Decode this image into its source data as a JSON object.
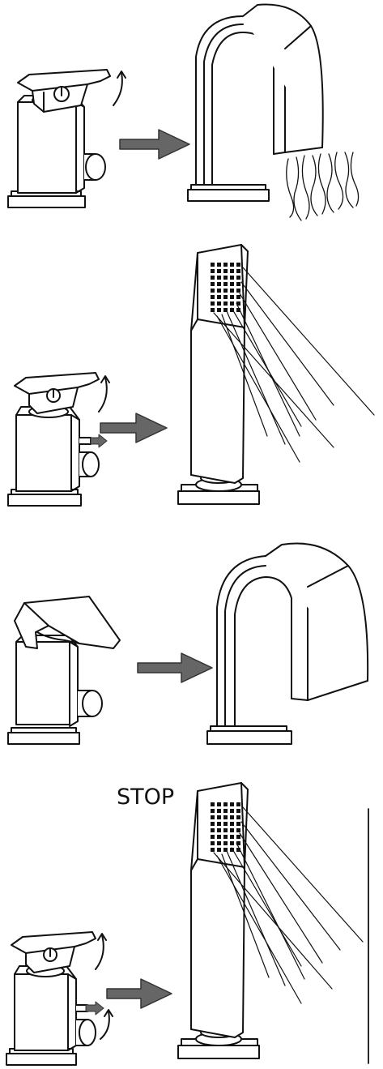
{
  "panels": [
    {
      "id": "panel-1",
      "mode": "bath-spout",
      "mixer_state": "lever-lifted"
    },
    {
      "id": "panel-2",
      "mode": "hand-shower",
      "mixer_state": "lever-lifted-diverter-pulled"
    },
    {
      "id": "panel-3",
      "mode": "bath-spout",
      "mixer_state": "lever-closed-waterfall"
    },
    {
      "id": "panel-4",
      "mode": "hand-shower",
      "mixer_state": "stop"
    }
  ],
  "labels": {
    "stop": "STOP"
  },
  "colors": {
    "line": "#111111",
    "arrow_fill": "#666666",
    "background": "#ffffff"
  },
  "icons": [
    "curved-arrow-icon",
    "right-arrow-icon",
    "shower-head-icon",
    "spout-icon",
    "mixer-tap-icon"
  ]
}
